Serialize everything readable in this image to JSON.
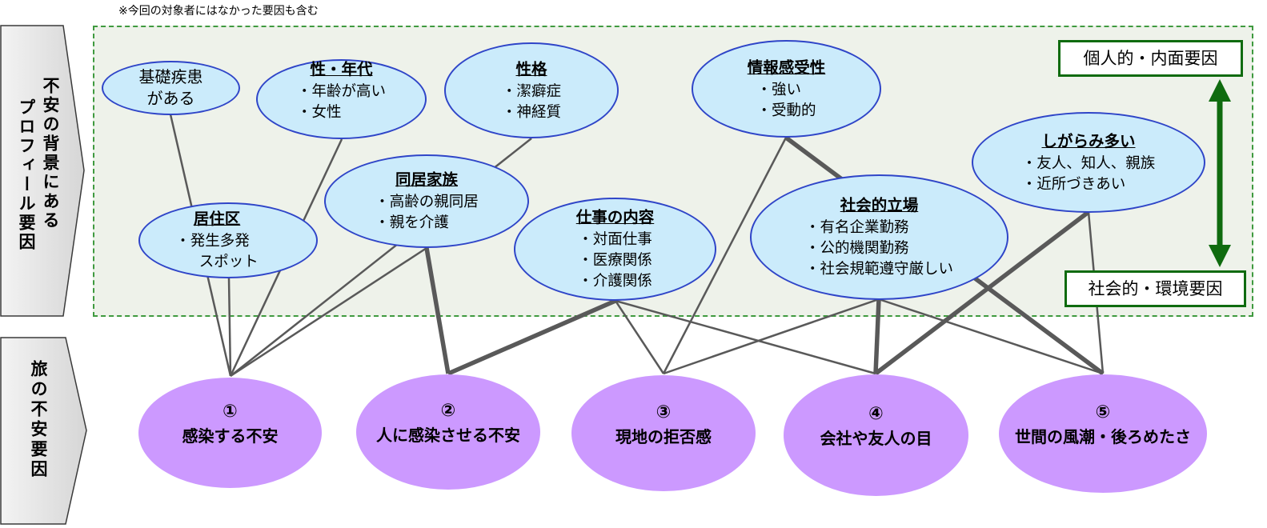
{
  "note": "※今回の対象者にはなかった要因も含む",
  "side_labels": {
    "profile": [
      "不安の背景にある",
      "プロフィール要因"
    ],
    "travel": "旅の不安要因"
  },
  "axis": {
    "personal": "個人的・内面要因",
    "social": "社会的・環境要因"
  },
  "factors": [
    {
      "lines": [
        "基礎疾患",
        "がある"
      ]
    },
    {
      "title": "性・年代",
      "items": [
        "・年齢が高い",
        "・女性"
      ]
    },
    {
      "title": "性格",
      "items": [
        "・潔癖症",
        "・神経質"
      ]
    },
    {
      "title": "情報感受性",
      "items": [
        "・強い",
        "・受動的"
      ]
    },
    {
      "title": "しがらみ多い",
      "items": [
        "・友人、知人、親族",
        "・近所づきあい"
      ]
    },
    {
      "title": "居住区",
      "items": [
        "・発生多発",
        "スポット"
      ]
    },
    {
      "title": "同居家族",
      "items": [
        "・高齢の親同居",
        "・親を介護"
      ]
    },
    {
      "title": "仕事の内容",
      "items": [
        "・対面仕事",
        "・医療関係",
        "・介護関係"
      ]
    },
    {
      "title": "社会的立場",
      "items": [
        "・有名企業勤務",
        "・公的機関勤務",
        "・社会規範遵守厳しい"
      ]
    }
  ],
  "anxieties": [
    {
      "number": "①",
      "label": "感染する不安"
    },
    {
      "number": "②",
      "label": "人に感染させる不安"
    },
    {
      "number": "③",
      "label": "現地の拒否感"
    },
    {
      "number": "④",
      "label": "会社や友人の目"
    },
    {
      "number": "⑤",
      "label": "世間の風潮・後ろめたさ"
    }
  ],
  "links": [
    {
      "from": 0,
      "to": 0,
      "strong": false
    },
    {
      "from": 1,
      "to": 0,
      "strong": false
    },
    {
      "from": 5,
      "to": 0,
      "strong": false
    },
    {
      "from": 2,
      "to": 0,
      "strong": false
    },
    {
      "from": 6,
      "to": 0,
      "strong": false
    },
    {
      "from": 6,
      "to": 1,
      "strong": true
    },
    {
      "from": 7,
      "to": 1,
      "strong": true
    },
    {
      "from": 7,
      "to": 2,
      "strong": false
    },
    {
      "from": 7,
      "to": 3,
      "strong": false
    },
    {
      "from": 3,
      "to": 2,
      "strong": false
    },
    {
      "from": 3,
      "to": 4,
      "strong": true
    },
    {
      "from": 8,
      "to": 2,
      "strong": false
    },
    {
      "from": 8,
      "to": 3,
      "strong": true
    },
    {
      "from": 8,
      "to": 4,
      "strong": false
    },
    {
      "from": 4,
      "to": 3,
      "strong": true
    },
    {
      "from": 4,
      "to": 4,
      "strong": false
    }
  ],
  "colors": {
    "factor_fill": "#cbebfb",
    "factor_border": "#2f45c8",
    "anxiety_fill": "#cc99ff",
    "area_border": "#3f9a3f",
    "area_fill": "#eef2ea",
    "axis_green": "#0f6b0f",
    "link": "#595959"
  }
}
